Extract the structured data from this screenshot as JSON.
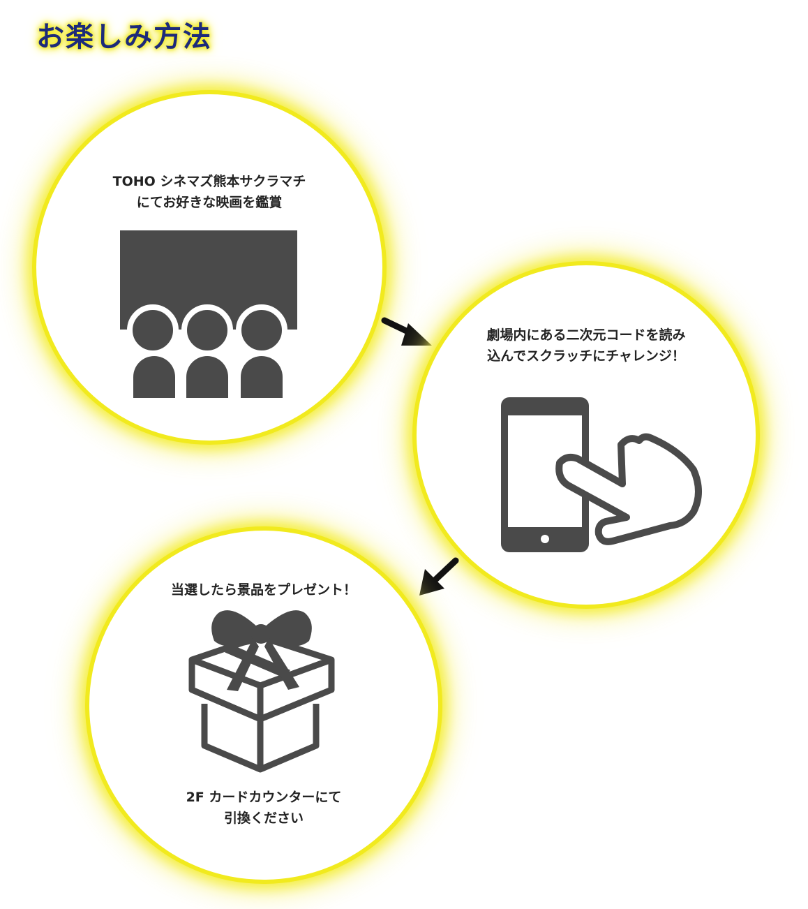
{
  "title": "お楽しみ方法",
  "colors": {
    "title_text": "#1c2a7a",
    "glow": "#f1ea1e",
    "icon": "#4a4a4a",
    "arrow": "#111111"
  },
  "steps": [
    {
      "lines": [
        "TOHO シネマズ熊本サクラマチ",
        "にてお好きな映画を鑑賞"
      ],
      "icon": "movie-theater-icon"
    },
    {
      "lines": [
        "劇場内にある二次元コードを読み",
        "込んでスクラッチにチャレンジ！"
      ],
      "icon": "smartphone-tap-icon"
    },
    {
      "lines": [
        "当選したら景品をプレゼント！"
      ],
      "icon": "gift-box-icon",
      "footer_lines": [
        "2F カードカウンターにて",
        "引換ください"
      ]
    }
  ],
  "arrows": [
    "arrow-right-down-icon",
    "arrow-left-down-icon"
  ]
}
